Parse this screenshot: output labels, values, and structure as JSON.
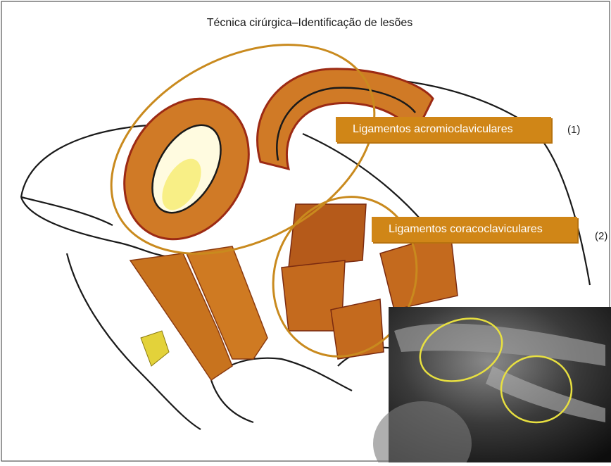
{
  "figure": {
    "title": "Técnica cirúrgica–Identificação de lesões",
    "labels": [
      {
        "text": "Ligamentos acromioclaviculares",
        "number": "(1)"
      },
      {
        "text": "Ligamentos coracoclaviculares",
        "number": "(2)"
      }
    ],
    "colors": {
      "highlight_ring": "#c98a1e",
      "label_fill": "#d08617",
      "ligament": "#c86a1a",
      "ligament_edge": "#9c2a14",
      "xray_marker": "#e8e040"
    },
    "icons": [
      "shoulder-sketch",
      "xray-inset"
    ]
  }
}
